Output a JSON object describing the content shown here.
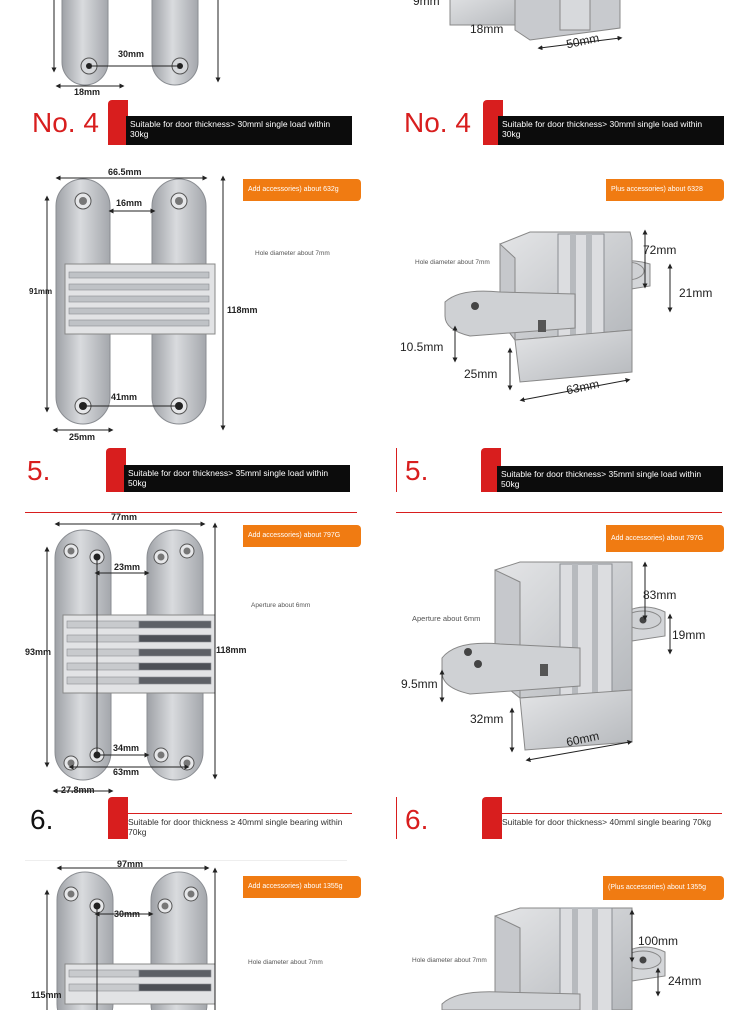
{
  "rows": [
    {
      "id": "no4",
      "number": "No. 4",
      "spec": "Suitable for door thickness> 30mml single load within 30kg",
      "left": {
        "dims": {
          "top": "",
          "inner": "30mm",
          "bottom": "18mm"
        }
      },
      "right": {
        "dims": {
          "side": "9mm",
          "depth": "18mm",
          "length": "50mm"
        }
      }
    },
    {
      "id": "no5",
      "number": "5.",
      "spec": "Suitable for door thickness> 35mml single load within 50kg",
      "left": {
        "weight": "Add accessories) about 632g",
        "hole": "Hole diameter about 7mm",
        "dims": {
          "width": "66.5mm",
          "inner_top": "16mm",
          "height_left": "91mm",
          "height_right": "118mm",
          "inner_bottom": "41mm",
          "base": "25mm"
        }
      },
      "right": {
        "weight": "Plus accessories) about 6328",
        "hole": "Hole diameter about 7mm",
        "dims": {
          "top": "72mm",
          "side": "21mm",
          "plate": "10.5mm",
          "depth": "25mm",
          "length": "63mm"
        }
      }
    },
    {
      "id": "no6a",
      "number": "6.",
      "spec": "Suitable for door thickness ≥ 40mml single bearing within 70kg",
      "spec_right": "Suitable for door thickness> 40mml single bearing 70kg",
      "left": {
        "weight": "Add accessories) about 797G",
        "hole": "Aperture about 6mm",
        "dims": {
          "width": "77mm",
          "inner_top": "23mm",
          "height_left": "93mm",
          "height_right": "118mm",
          "inner_bottom": "34mm",
          "inner_base": "63mm",
          "base": "27.8mm"
        }
      },
      "right": {
        "weight": "Add accessories) about 797G",
        "hole": "Aperture about 6mm",
        "dims": {
          "top": "83mm",
          "side": "19mm",
          "plate": "9.5mm",
          "depth": "32mm",
          "length": "60mm"
        }
      }
    },
    {
      "id": "no6b",
      "left": {
        "weight": "Add accessories) about 1355g",
        "hole": "Hole diameter about 7mm",
        "dims": {
          "width": "97mm",
          "inner_top": "30mm",
          "height_left": "115mm"
        }
      },
      "right": {
        "weight": "(Plus accessories) about 1355g",
        "hole": "Hole diameter about 7mm",
        "dims": {
          "top": "100mm",
          "side": "24mm"
        }
      }
    }
  ],
  "colors": {
    "red": "#d81e1e",
    "orange": "#f07b12",
    "black": "#0c0c0c",
    "metal": "#b9bcc0"
  }
}
